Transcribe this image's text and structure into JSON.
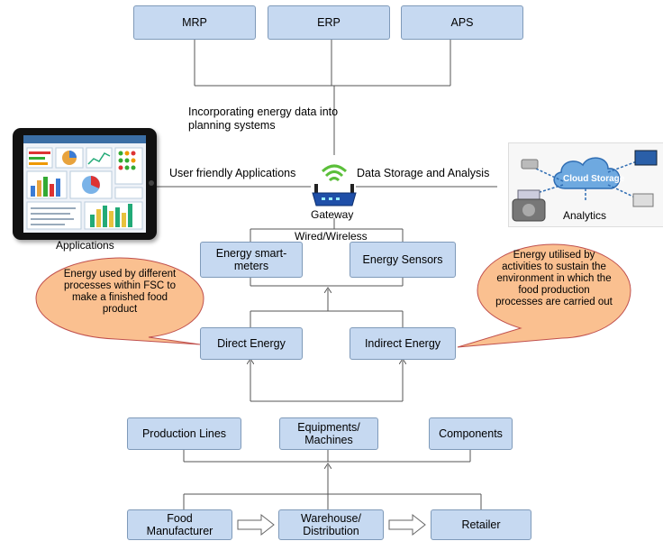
{
  "planning": {
    "mrp": "MRP",
    "erp": "ERP",
    "aps": "APS",
    "caption": "Incorporating energy data into planning systems"
  },
  "gateway": {
    "label": "Gateway",
    "left_label": "User friendly Applications",
    "right_label": "Data Storage and  Analysis",
    "link_label": "Wired/Wireless"
  },
  "applications": {
    "label": "Applications"
  },
  "analytics": {
    "label": "Analytics",
    "cloud_label": "Cloud Storage"
  },
  "devices": {
    "smart_meters": "Energy smart-meters",
    "sensors": "Energy Sensors"
  },
  "energy": {
    "direct": "Direct Energy",
    "indirect": "Indirect Energy",
    "direct_note": "Energy used by different processes within FSC to make a finished food product",
    "indirect_note": "Energy utilised by activities to sustain the environment in which the food production processes are carried out"
  },
  "sources": {
    "production_lines": "Production Lines",
    "equipments": "Equipments/ Machines",
    "components": "Components"
  },
  "supply_chain": {
    "manufacturer": "Food Manufacturer",
    "warehouse": "Warehouse/ Distribution",
    "retailer": "Retailer"
  },
  "colors": {
    "box_fill": "#c6d9f1",
    "box_border": "#7f9ab9",
    "callout_fill": "#fac090",
    "callout_border": "#c0504d"
  }
}
